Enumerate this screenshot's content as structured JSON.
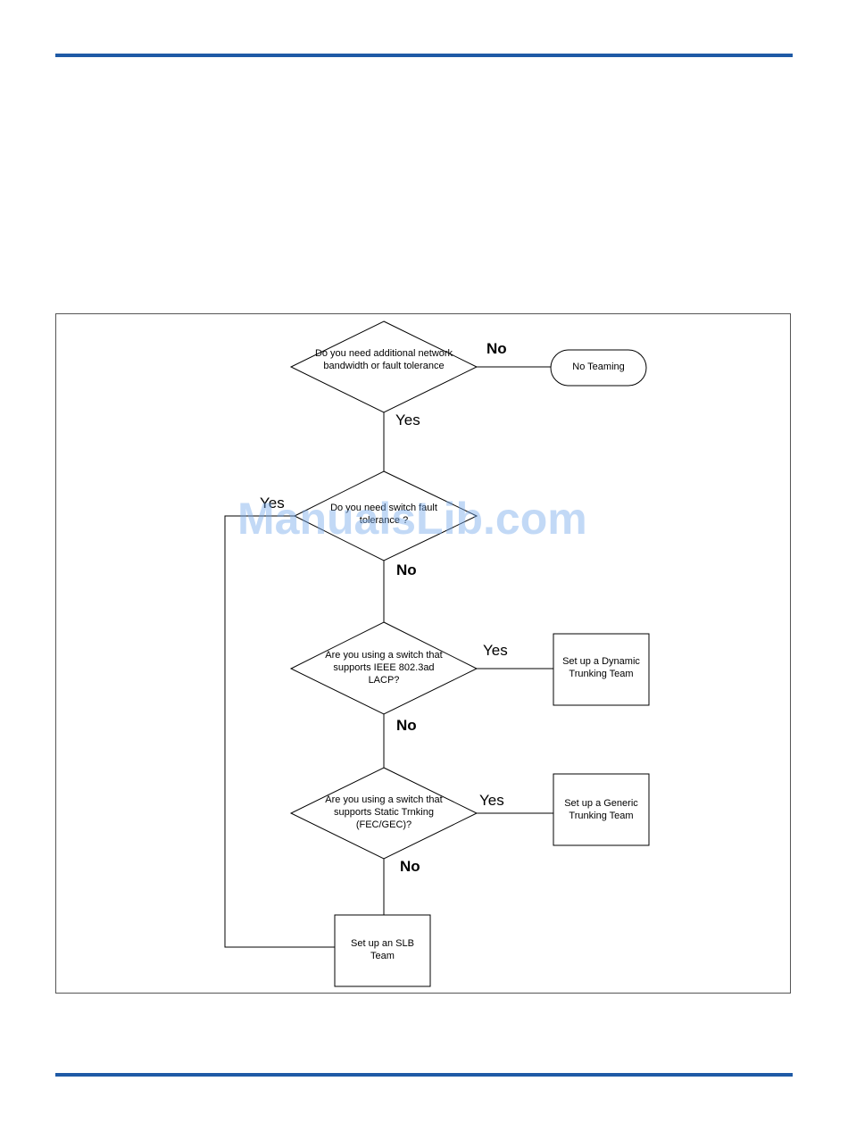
{
  "colors": {
    "accent_rule": "#1f5aa6",
    "line": "#000000",
    "watermark": "#78aaeb"
  },
  "watermark": "ManualsLib.com",
  "nodes": {
    "q1": "Do you need additional network  bandwidth or fault tolerance",
    "no_teaming": "No Teaming",
    "q2": "Do you need switch fault tolerance ?",
    "q3": "Are you using a switch that supports IEEE 802.3ad LACP?",
    "dynamic": "Set up a Dynamic Trunking Team",
    "q4": "Are you using a switch that supports Static Trnking (FEC/GEC)?",
    "generic": "Set up a Generic Trunking Team",
    "slb": "Set up an SLB Team"
  },
  "edges": {
    "q1_no": "No",
    "q1_yes": "Yes",
    "q2_yes": "Yes",
    "q2_no": "No",
    "q3_yes": "Yes",
    "q3_no": "No",
    "q4_yes": "Yes",
    "q4_no": "No"
  }
}
